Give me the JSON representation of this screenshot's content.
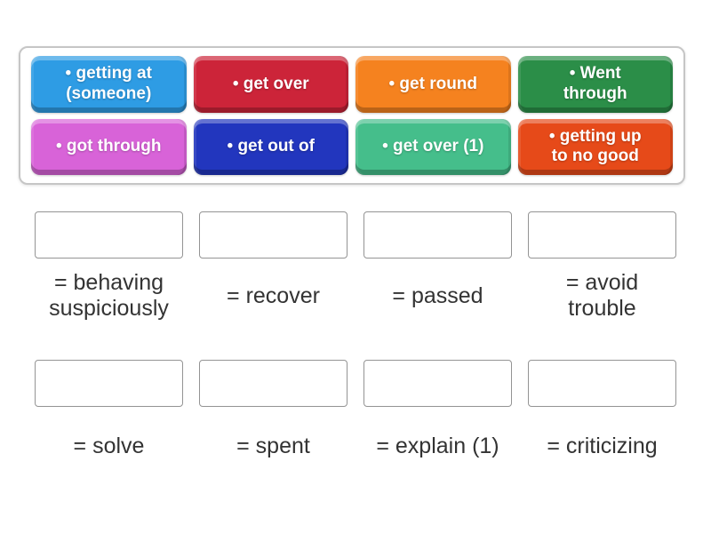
{
  "activity": {
    "kind": "match-up"
  },
  "word_bank": {
    "tiles": [
      {
        "label": "• getting at (someone)",
        "color": "#2E9CE4"
      },
      {
        "label": "• get over",
        "color": "#CC2439"
      },
      {
        "label": "• get round",
        "color": "#F5821F"
      },
      {
        "label": "• Went through",
        "color": "#2B8E48"
      },
      {
        "label": "• got through",
        "color": "#D863D8"
      },
      {
        "label": "• get out of",
        "color": "#2236BE"
      },
      {
        "label": "• get over (1)",
        "color": "#45BE8B"
      },
      {
        "label": "• getting up to no good",
        "color": "#E64A19"
      }
    ]
  },
  "match_targets": {
    "row1": [
      "= behaving suspiciously",
      "= recover",
      "= passed",
      "= avoid trouble"
    ],
    "row2": [
      "= solve",
      "= spent",
      "= explain (1)",
      "= criticizing"
    ]
  }
}
